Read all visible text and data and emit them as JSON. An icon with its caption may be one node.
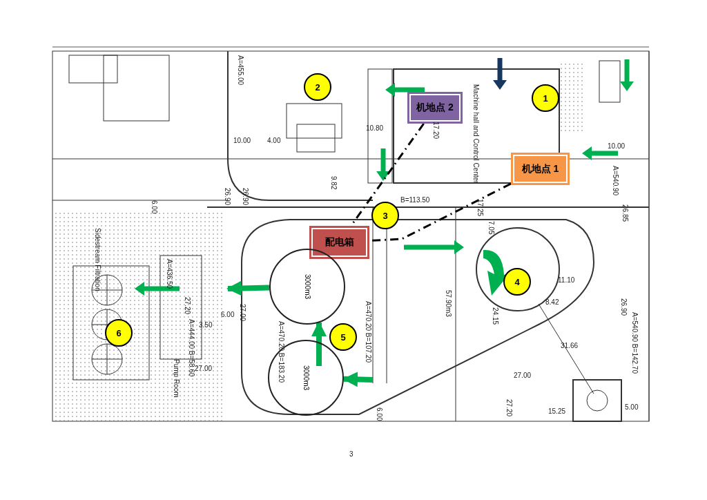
{
  "diagram": {
    "nodes": [
      {
        "text": [
          "1"
        ]
      },
      {
        "text": [
          "2"
        ]
      },
      {
        "text": [
          "3"
        ]
      },
      {
        "text": [
          "4"
        ]
      },
      {
        "text": [
          "5"
        ]
      },
      {
        "text": [
          "6"
        ]
      },
      {
        "text": [
          "机地点 2"
        ]
      },
      {
        "text": [
          "机地点 1"
        ]
      },
      {
        "text": [
          "配电箱"
        ]
      },
      {
        "text": [
          "3000m3"
        ]
      },
      {
        "text": [
          "3000m3"
        ]
      }
    ],
    "edges": [
      {
        "from": 6,
        "to": 8,
        "arrow": "none",
        "style": "dashed",
        "color": "#000000"
      },
      {
        "from": 7,
        "to": 8,
        "arrow": "none",
        "style": "dashed",
        "color": "#000000"
      },
      {
        "from": 10,
        "to": 9,
        "arrow": "to"
      },
      {
        "from": null,
        "to": 10,
        "arrow": "to"
      },
      {
        "from": 9,
        "to": null,
        "arrow": "to"
      }
    ],
    "labels": [
      "A=455.00",
      "10.00",
      "4.00",
      "26.90",
      "26.90",
      "6.00",
      "9.82",
      "10.80",
      "B=113.50",
      "17.20",
      "Machine hall and Control Center",
      "17.25",
      "7.05",
      "10.00",
      "A=540.90",
      "26.85",
      "Sidestream Filtration",
      "A=436.50",
      "27.20",
      "A=444.00 B=58.60",
      "3.50",
      "6.00",
      "27.00",
      "Pump Room",
      "27.00",
      "A=470.20 B=183.20",
      "A=470.20 B=107.20",
      "57.90m3",
      "11.10",
      "8.42",
      "24.15",
      "31.66",
      "26.90",
      "A=540.90 B=142.70",
      "27.00",
      "27.20",
      "15.25",
      "5.00",
      "6.00",
      "3"
    ]
  }
}
